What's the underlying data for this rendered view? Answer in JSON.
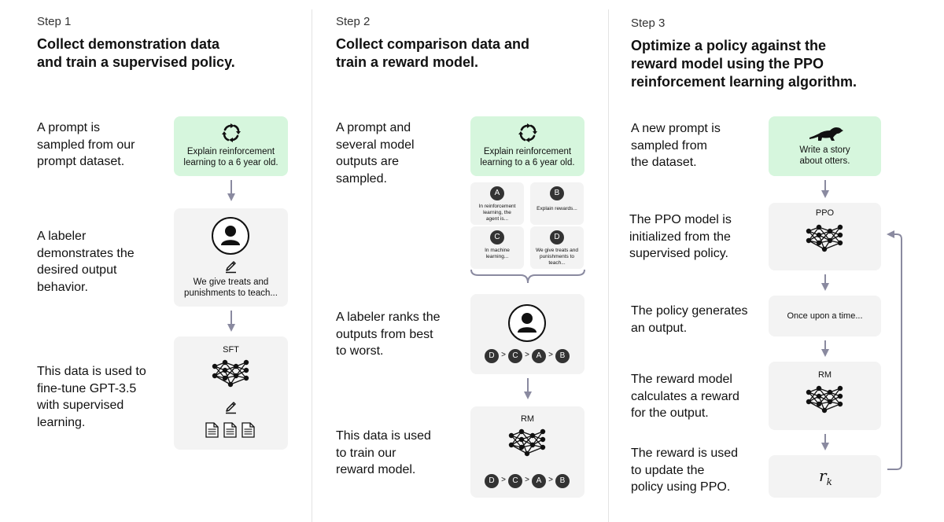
{
  "step1": {
    "step_label": "Step 1",
    "title": "Collect demonstration data\nand train a supervised policy.",
    "descriptions": [
      "A prompt is\nsampled from our\nprompt dataset.",
      "A labeler\ndemonstrates the\ndesired output\nbehavior.",
      "This data is used to\nfine-tune GPT-3.5\nwith supervised\nlearning."
    ],
    "prompt_text": "Explain reinforcement\nlearning to a 6 year old.",
    "demo_text": "We give treats and\npunishments to teach...",
    "model_label": "SFT"
  },
  "step2": {
    "step_label": "Step 2",
    "title": "Collect comparison data and\ntrain a reward model.",
    "descriptions": [
      "A prompt and\nseveral model\noutputs are\nsampled.",
      "A labeler ranks the\noutputs from best\nto worst.",
      "This data is used\nto train our\nreward model."
    ],
    "prompt_text": "Explain reinforcement\nlearning to a 6 year old.",
    "outputs": [
      {
        "letter": "A",
        "text": "In reinforcement\nlearning, the\nagent is..."
      },
      {
        "letter": "B",
        "text": "Explain rewards..."
      },
      {
        "letter": "C",
        "text": "In machine\nlearning..."
      },
      {
        "letter": "D",
        "text": "We give treats and\npunishments to\nteach..."
      }
    ],
    "ranking": [
      "D",
      ">",
      "C",
      ">",
      "A",
      ">",
      "B"
    ],
    "model_label": "RM"
  },
  "step3": {
    "step_label": "Step 3",
    "title": "Optimize a policy against the\nreward model using the PPO\nreinforcement learning algorithm.",
    "descriptions": [
      "A new prompt is\nsampled from\nthe dataset.",
      "The PPO model is\ninitialized from the\nsupervised policy.",
      "The policy generates\nan output.",
      "The reward model\ncalculates a reward\nfor the output.",
      "The reward is used\nto update the\npolicy using PPO."
    ],
    "prompt_text": "Write a story\nabout otters.",
    "policy_label": "PPO",
    "output_text": "Once upon a time...",
    "reward_model_label": "RM",
    "reward_symbol": "r",
    "reward_subscript": "k"
  },
  "colors": {
    "green_box": "#d6f6dd",
    "grey_box": "#f3f3f3",
    "arrow": "#8a8aa0",
    "badge": "#333333"
  },
  "icons": [
    "recycle-arrows-icon",
    "user-icon",
    "pencil-icon",
    "neural-network-icon",
    "document-icon",
    "otter-icon",
    "brace-icon"
  ]
}
